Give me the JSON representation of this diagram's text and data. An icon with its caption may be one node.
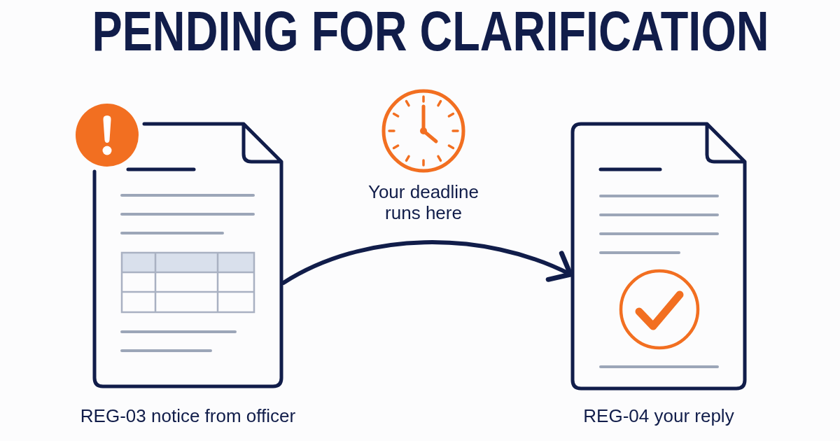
{
  "diagram": {
    "title": "PENDING FOR CLARIFICATION",
    "nodes": [
      {
        "text": [],
        "shape": "document",
        "beside": [
          "REG-03 notice from officer"
        ]
      },
      {
        "text": [],
        "shape": "document",
        "beside": [
          "REG-04 your reply"
        ]
      }
    ],
    "edges": [
      {
        "from": 0,
        "to": 1,
        "arrow": "to",
        "label": "Your deadline runs here"
      }
    ]
  }
}
